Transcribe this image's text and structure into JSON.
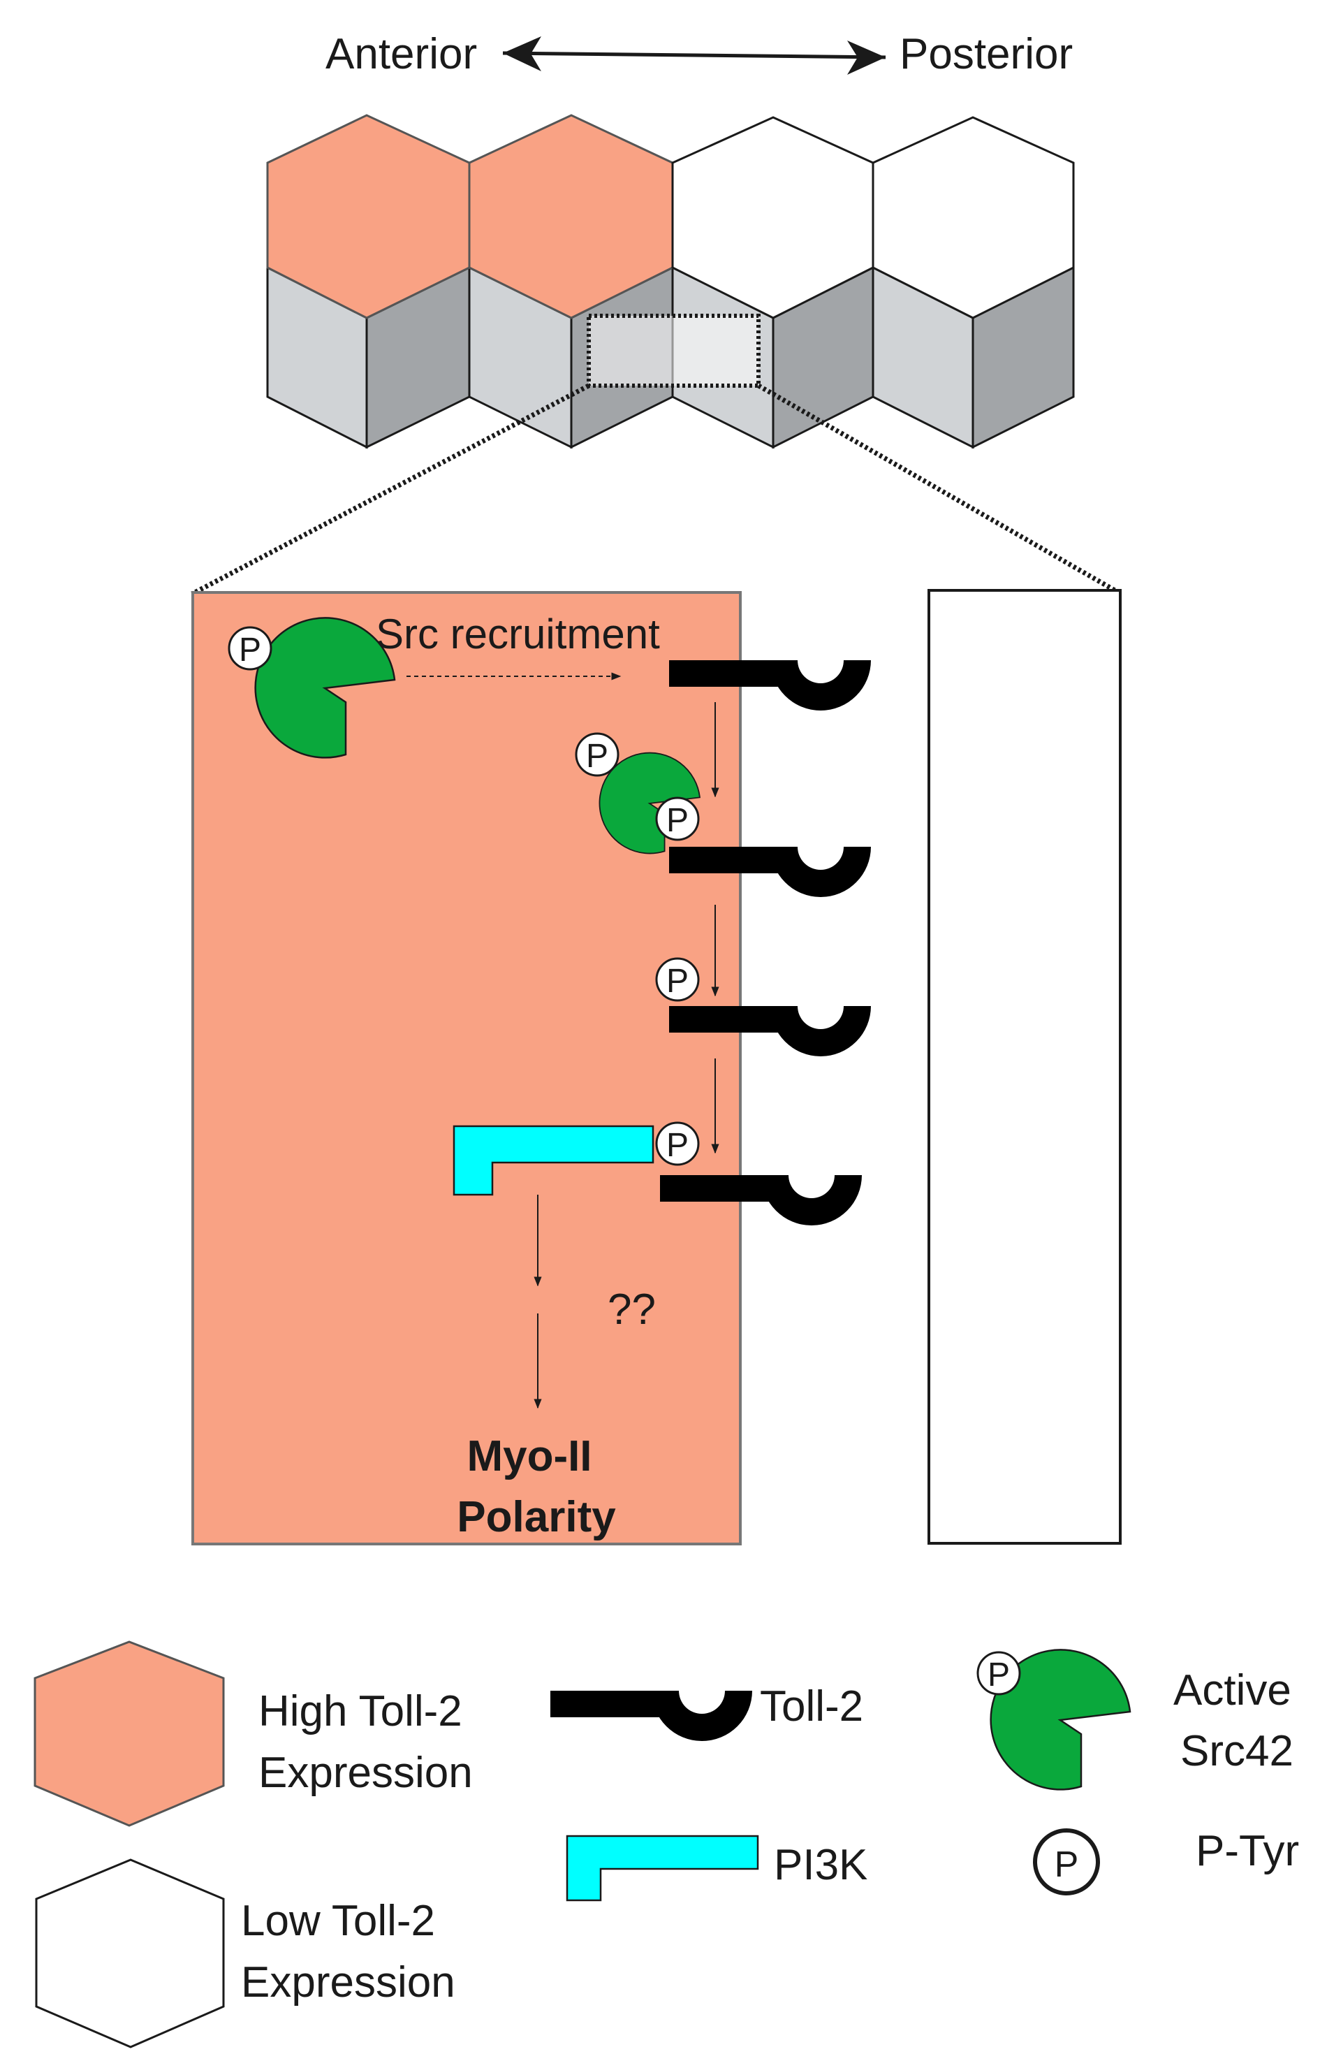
{
  "axis": {
    "anterior": "Anterior",
    "posterior": "Posterior"
  },
  "cell": {
    "src_recruitment": "Src recruitment",
    "unknown": "??",
    "output_line1": "Myo-II",
    "output_line2": "Polarity"
  },
  "phospho_symbol": "P",
  "legend": {
    "high_line1": "High Toll-2",
    "high_line2": "Expression",
    "low_line1": "Low Toll-2",
    "low_line2": "Expression",
    "toll2": "Toll-2",
    "pi3k": "PI3K",
    "src_line1": "Active",
    "src_line2": "Src42",
    "ptyr": "P-Tyr"
  },
  "colors": {
    "high_expression": "#f9a284",
    "low_expression": "#ffffff",
    "lateral_light": "#d0d3d6",
    "lateral_dark": "#a2a5a8",
    "src42": "#0aa83c",
    "pi3k": "#00ffff",
    "toll2": "#000000"
  }
}
